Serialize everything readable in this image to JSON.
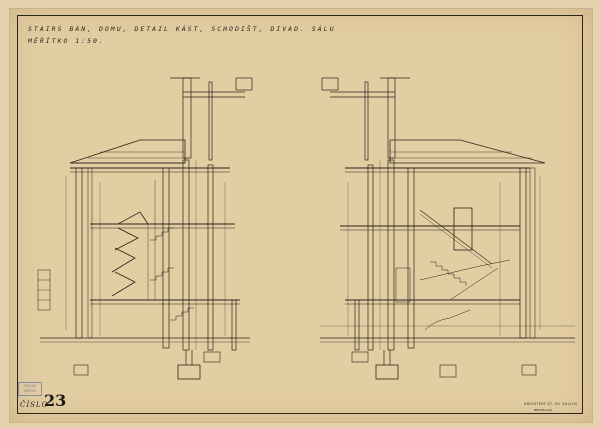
{
  "drawing": {
    "title_line1": "STAIRS BÁN, DOMU, DETAIL KÁST, SCHODIŠT, DIVAD. SÁLU",
    "title_line2": "MĚŘÍTKO 1:50.",
    "sheet_label": "ČÍSLO",
    "sheet_number": "23",
    "stamp_text": "ARCHIV MĚSTA",
    "archive_line1": "ARCHITEKT ŠT. SV. KALLOS",
    "archive_line2": "BRATISLAVA"
  },
  "colors": {
    "paper": "#e3cda3",
    "ink": "#2b241c",
    "stamp": "#7a7f98"
  }
}
